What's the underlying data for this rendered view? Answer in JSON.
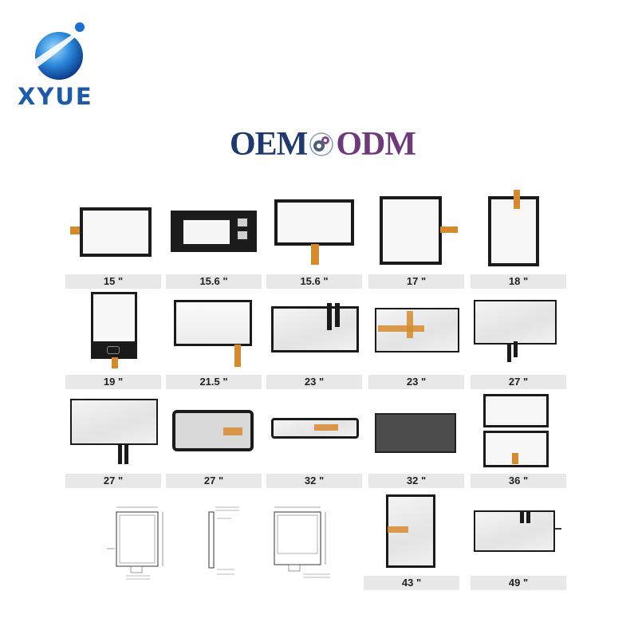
{
  "brand": {
    "name": "XYUE",
    "logo_icon": "blue-sphere-logo",
    "color": "#1e5aa8"
  },
  "heading": {
    "left": "OEM",
    "right": "ODM",
    "icon": "gears-icon"
  },
  "products": [
    {
      "size": "15 \""
    },
    {
      "size": "15.6 \""
    },
    {
      "size": "15.6 \""
    },
    {
      "size": "17 \""
    },
    {
      "size": "18 \""
    },
    {
      "size": "19 \""
    },
    {
      "size": "21.5 \""
    },
    {
      "size": "23 \""
    },
    {
      "size": "23 \""
    },
    {
      "size": "27 \""
    },
    {
      "size": "27 \""
    },
    {
      "size": "27 \""
    },
    {
      "size": "32 \""
    },
    {
      "size": "32 \""
    },
    {
      "size": "36 \""
    },
    {
      "size": "43 \""
    },
    {
      "size": "49 \""
    }
  ]
}
